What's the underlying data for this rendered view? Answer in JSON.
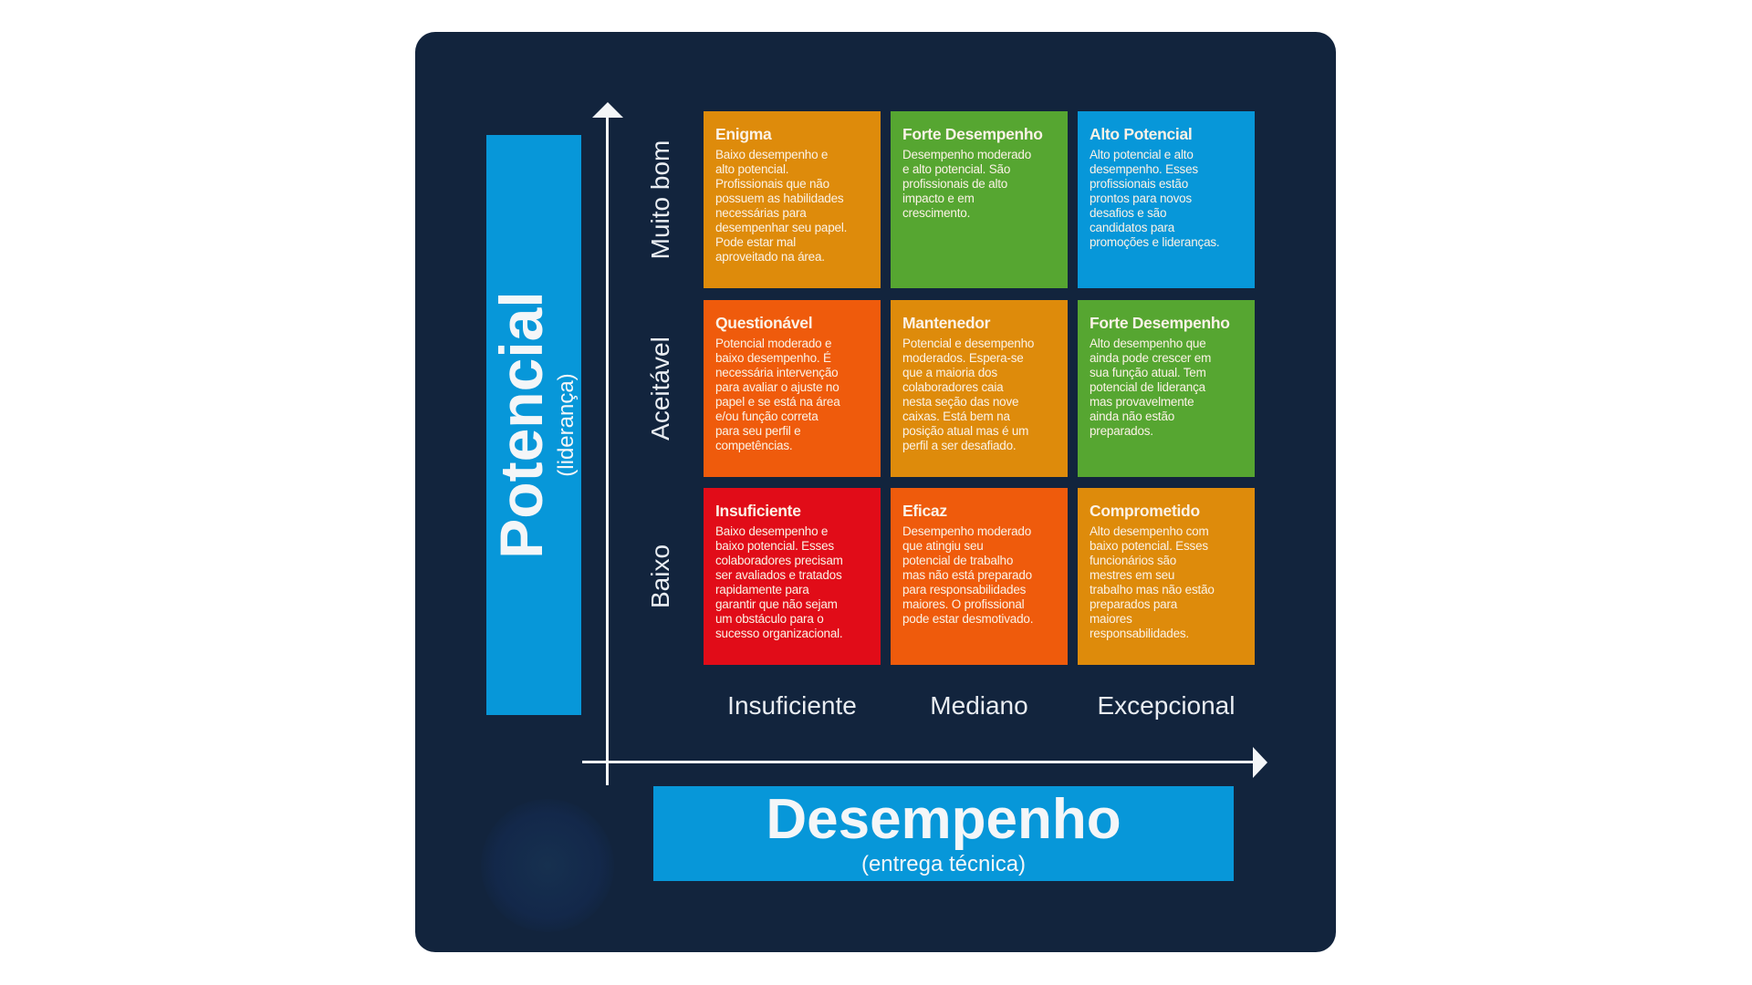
{
  "colors": {
    "background": "#12243d",
    "blue": "#0797d9",
    "orange": "#de8b0b",
    "green": "#56a631",
    "red_orange": "#ef5b0c",
    "red": "#e10c18"
  },
  "y_axis": {
    "title": "Potencial",
    "subtitle": "(liderança)",
    "levels": [
      "Muito bom",
      "Aceitável",
      "Baixo"
    ]
  },
  "x_axis": {
    "title": "Desempenho",
    "subtitle": "(entrega técnica)",
    "levels": [
      "Insuficiente",
      "Mediano",
      "Excepcional"
    ]
  },
  "cells": [
    {
      "title": "Enigma",
      "text": "Baixo desempenho e\nalto potencial.\nProfissionais que não\npossuem as habilidades\nnecessárias para\ndesempenhar seu papel.\nPode estar mal\naproveitado na área.",
      "color": "#de8b0b"
    },
    {
      "title": "Forte Desempenho",
      "text": "Desempenho moderado\ne alto potencial. São\nprofissionais de alto\nimpacto e em\ncrescimento.",
      "color": "#56a631"
    },
    {
      "title": "Alto Potencial",
      "text": "Alto potencial e alto\ndesempenho. Esses\nprofissionais estão\nprontos para novos\ndesafios e são\ncandidatos para\npromoções e lideranças.",
      "color": "#0797d9"
    },
    {
      "title": "Questionável",
      "text": "Potencial moderado e\nbaixo desempenho. É\nnecessária intervenção\npara avaliar o ajuste no\npapel e se está na área\ne/ou função correta\npara seu perfil e\ncompetências.",
      "color": "#ef5b0c"
    },
    {
      "title": "Mantenedor",
      "text": "Potencial e desempenho\nmoderados. Espera-se\nque a maioria dos\ncolaboradores caia\nnesta seção das nove\ncaixas. Está bem na\nposição atual mas é um\nperfil a ser desafiado.",
      "color": "#de8b0b"
    },
    {
      "title": "Forte Desempenho",
      "text": "Alto desempenho que\nainda pode crescer em\nsua função atual. Tem\npotencial de liderança\nmas provavelmente\nainda não estão\npreparados.",
      "color": "#56a631"
    },
    {
      "title": "Insuficiente",
      "text": "Baixo desempenho e\nbaixo potencial. Esses\ncolaboradores precisam\nser avaliados e tratados\nrapidamente para\ngarantir que não sejam\num obstáculo para o\nsucesso organizacional.",
      "color": "#e10c18"
    },
    {
      "title": "Eficaz",
      "text": "Desempenho moderado\nque atingiu seu\npotencial de trabalho\nmas não está preparado\npara responsabilidades\nmaiores. O profissional\npode estar desmotivado.",
      "color": "#ef5b0c"
    },
    {
      "title": "Comprometido",
      "text": "Alto desempenho com\nbaixo potencial. Esses\nfuncionários são\nmestres em seu\ntrabalho mas não estão\npreparados para\nmaiores\nresponsabilidades.",
      "color": "#de8b0b"
    }
  ]
}
